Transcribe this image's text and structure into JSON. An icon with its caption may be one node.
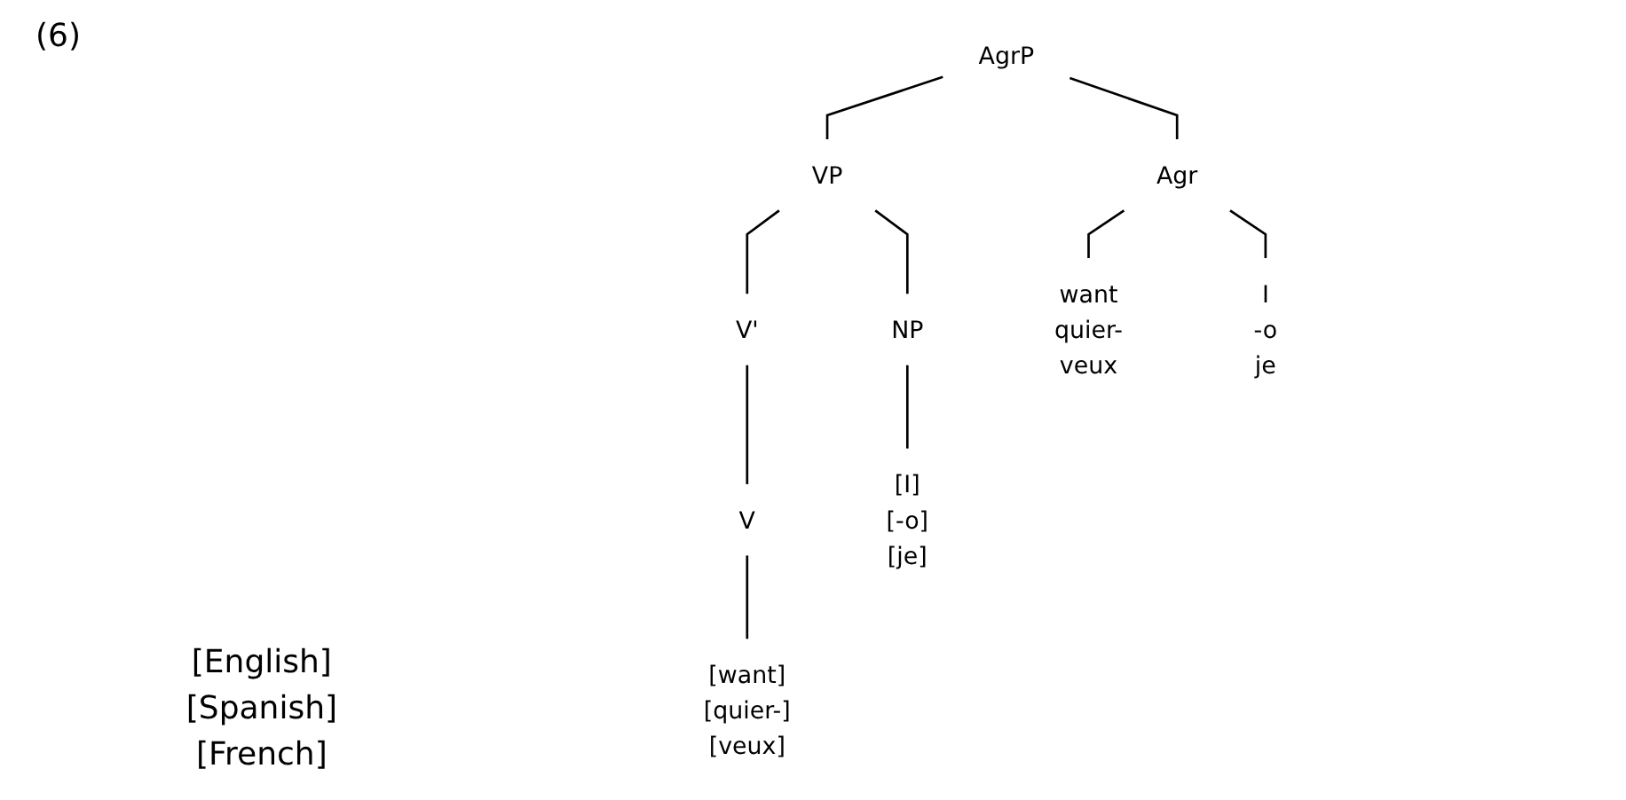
{
  "diagram": {
    "nodes": [
      {
        "text": [
          "AgrP"
        ]
      },
      {
        "text": [
          "Agr"
        ]
      },
      {
        "text": [
          "VP"
        ]
      },
      {
        "text": [
          "NP"
        ]
      },
      {
        "text": [
          "V'"
        ]
      },
      {
        "text": [
          "V"
        ]
      },
      {
        "text": [
          "want",
          "quier-",
          "veux"
        ]
      },
      {
        "text": [
          "I",
          "-o",
          "je"
        ]
      },
      {
        "text": [
          "[I]",
          "[-o]",
          "[je]"
        ]
      },
      {
        "text": [
          "[want]",
          "[quier-]",
          "[veux]"
        ]
      }
    ],
    "edges": [
      {
        "from": 0,
        "to": 1,
        "arrow": "none"
      },
      {
        "from": 0,
        "to": 2,
        "arrow": "none"
      },
      {
        "from": 1,
        "to": 6,
        "arrow": "none"
      },
      {
        "from": 1,
        "to": 7,
        "arrow": "none"
      },
      {
        "from": 2,
        "to": 3,
        "arrow": "none"
      },
      {
        "from": 2,
        "to": 4,
        "arrow": "none"
      },
      {
        "from": 3,
        "to": 8,
        "arrow": "none"
      },
      {
        "from": 4,
        "to": 5,
        "arrow": "none"
      },
      {
        "from": 5,
        "to": 9,
        "arrow": "none"
      }
    ],
    "labels": [
      "(6)",
      "[English]",
      "[Spanish]",
      "[French]"
    ]
  }
}
